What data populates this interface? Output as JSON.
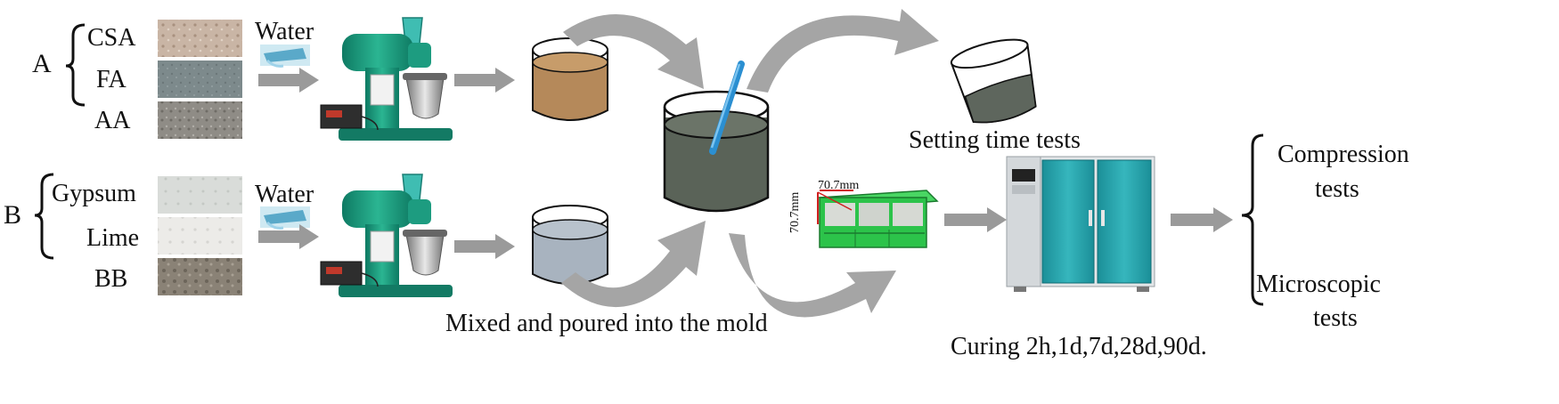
{
  "group_a": {
    "label": "A",
    "materials": [
      "CSA",
      "FA",
      "AA"
    ],
    "water": "Water"
  },
  "group_b": {
    "label": "B",
    "materials": [
      "Gypsum",
      "Lime",
      "BB"
    ],
    "water": "Water"
  },
  "mold_dims": {
    "length": "70.7mm",
    "height": "70.7mm"
  },
  "captions": {
    "setting_time": "Setting time tests",
    "mixed_poured": "Mixed and poured into the mold",
    "curing": "Curing 2h,1d,7d,28d,90d."
  },
  "tests": {
    "compression_line1": "Compression",
    "compression_line2": "tests",
    "microscopic_line1": "Microscopic",
    "microscopic_line2": "tests"
  },
  "colors": {
    "arrow_gray": "#9a9a9a",
    "mixer_green": "#1b9b7e",
    "mold_green": "#2cc34a",
    "cabinet_teal": "#1fa0a8",
    "slurry_gray": "#5a6358",
    "brown_slurry": "#b5895a"
  }
}
